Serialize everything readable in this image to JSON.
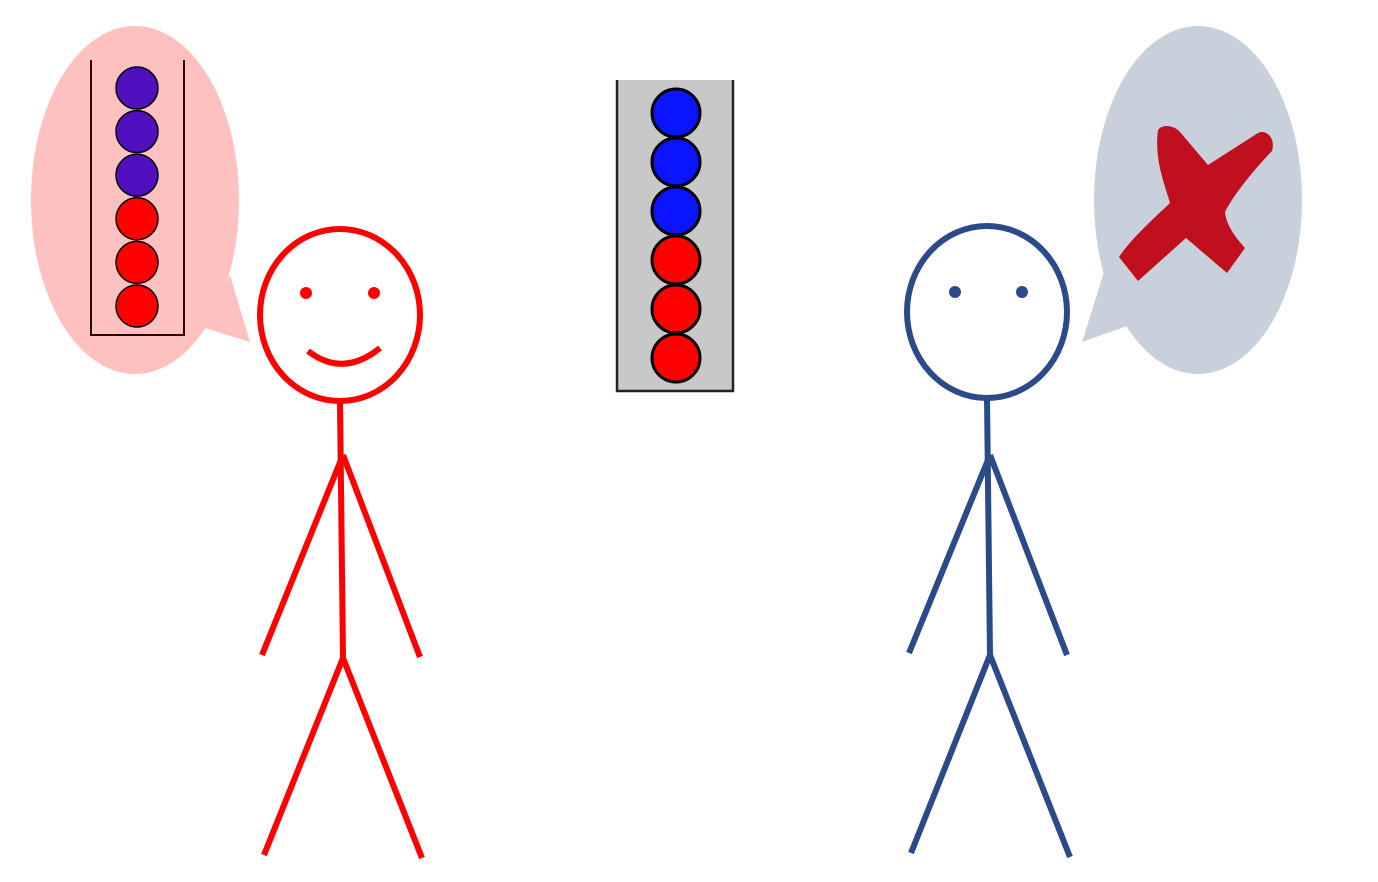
{
  "colors": {
    "background": "#ffffff",
    "left_figure": "#ff0000",
    "right_figure": "#2b4a8a",
    "left_bubble": "#ffc0c0",
    "right_bubble": "#c8d0dc",
    "center_tube_fill": "#c8c8c8",
    "ball_purple": "#5010c0",
    "ball_red": "#ff0000",
    "ball_blue": "#0a14ff",
    "cross_mark": "#c0101e"
  },
  "left_figure": {
    "expression": "smiling",
    "thought": {
      "icon": "ball-tube-icon",
      "balls_top_to_bottom": [
        "purple",
        "purple",
        "purple",
        "red",
        "red",
        "red"
      ]
    }
  },
  "center_tube": {
    "balls_top_to_bottom": [
      "blue",
      "blue",
      "blue",
      "red",
      "red",
      "red"
    ]
  },
  "right_figure": {
    "expression": "neutral",
    "thought": {
      "icon": "cross-mark-icon"
    }
  }
}
